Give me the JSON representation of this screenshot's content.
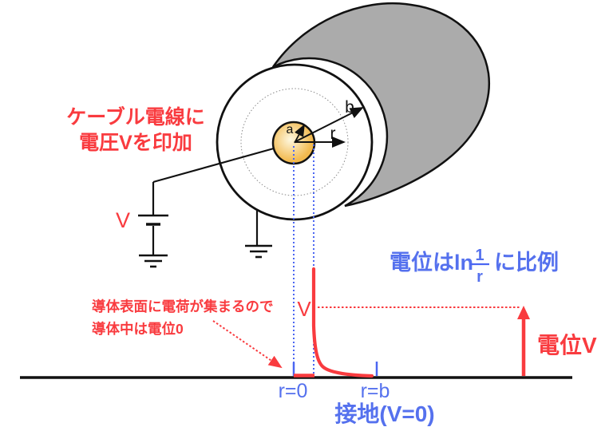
{
  "colors": {
    "red": "#f93b3f",
    "blue_text": "#5571ee",
    "blue_line": "#4b66f2",
    "cylinder_gray": "#ababab",
    "conductor_center": "#fef8e0",
    "conductor_edge": "#f2b94e",
    "black": "#111111"
  },
  "title": {
    "line1": "ケーブル電線に",
    "line2": "電圧Vを印加"
  },
  "cable": {
    "inner_radius_label": "a",
    "outer_radius_label": "b",
    "radius_label": "r"
  },
  "battery": {
    "voltage_label": "V"
  },
  "graph": {
    "voltage_label": "V",
    "r_zero_label": "r=0",
    "r_b_label": "r=b",
    "ground_label": "接地(V=0)",
    "potential_arrow_label": "電位V",
    "proportional": {
      "prefix": "電位はln",
      "numerator": "1",
      "denominator": "r",
      "suffix": "に比例"
    },
    "annotation_line1": "導体表面に電荷が集まるので",
    "annotation_line2": "導体中は電位0"
  }
}
